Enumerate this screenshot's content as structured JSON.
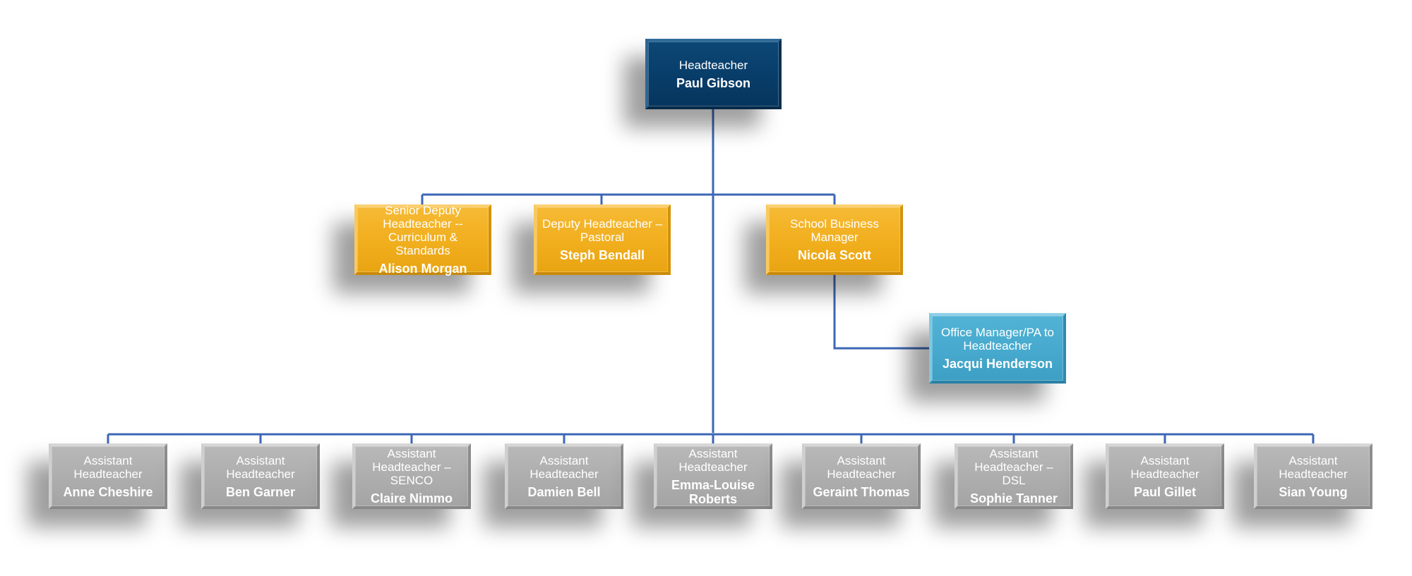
{
  "org_chart": {
    "colors": {
      "connector": "#3d67b4",
      "head": "#083d69",
      "deputy": "#f1ae1d",
      "office": "#46a9cd",
      "assistant": "#adadad",
      "text": "#ffffff"
    },
    "head": {
      "role": "Headteacher",
      "name": "Paul Gibson"
    },
    "deputies": [
      {
        "role": "Senior Deputy Headteacher -- Curriculum & Standards",
        "name": "Alison Morgan"
      },
      {
        "role": "Deputy Headteacher – Pastoral",
        "name": "Steph Bendall"
      },
      {
        "role": "School Business Manager",
        "name": "Nicola Scott"
      }
    ],
    "office": {
      "role": "Office Manager/PA to Headteacher",
      "name": "Jacqui Henderson"
    },
    "assistants": [
      {
        "role": "Assistant Headteacher",
        "name": "Anne Cheshire"
      },
      {
        "role": "Assistant Headteacher",
        "name": "Ben Garner"
      },
      {
        "role": "Assistant Headteacher – SENCO",
        "name": "Claire Nimmo"
      },
      {
        "role": "Assistant Headteacher",
        "name": "Damien Bell"
      },
      {
        "role": "Assistant Headteacher",
        "name": "Emma-Louise Roberts"
      },
      {
        "role": "Assistant Headteacher",
        "name": "Geraint Thomas"
      },
      {
        "role": "Assistant Headteacher – DSL",
        "name": "Sophie Tanner"
      },
      {
        "role": "Assistant Headteacher",
        "name": "Paul Gillet"
      },
      {
        "role": "Assistant Headteacher",
        "name": "Sian Young"
      }
    ]
  }
}
